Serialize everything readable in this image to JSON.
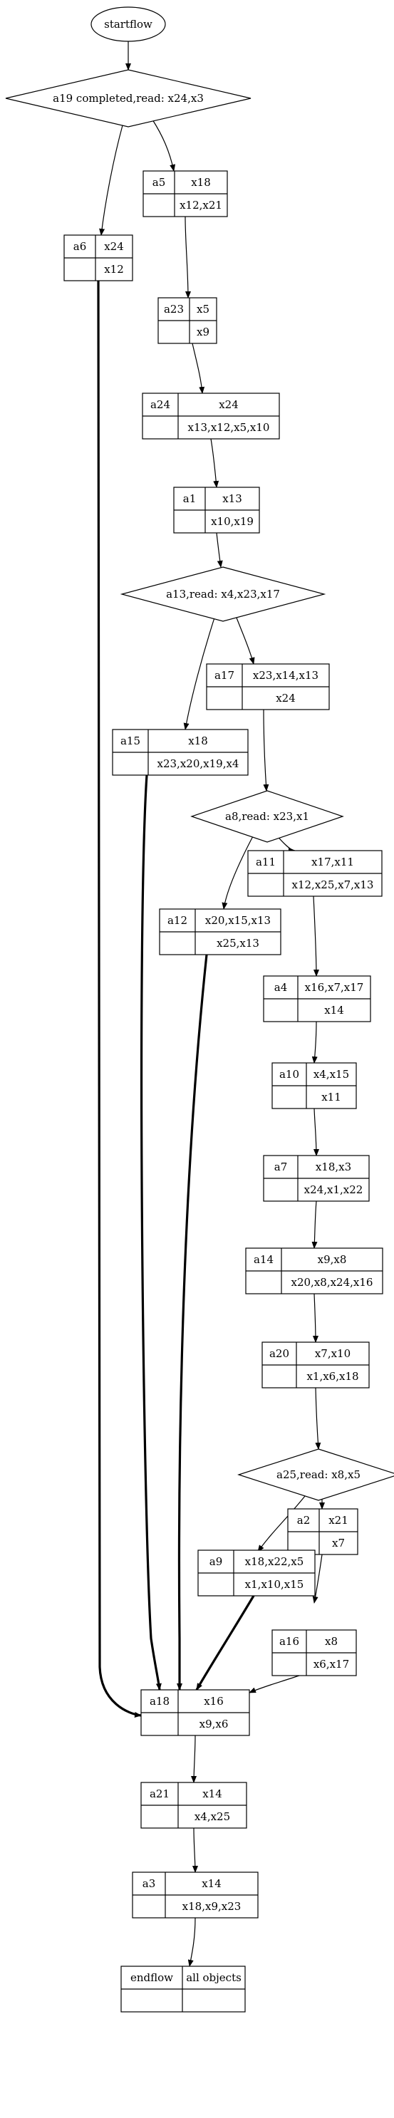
{
  "start": {
    "label": "startflow"
  },
  "decisions": [
    {
      "id": "d19",
      "label": "a19 completed,read: x24,x3"
    },
    {
      "id": "d13",
      "label": "a13,read: x4,x23,x17"
    },
    {
      "id": "d8",
      "label": "a8,read: x23,x1"
    },
    {
      "id": "d25",
      "label": "a25,read: x8,x5"
    }
  ],
  "activities": [
    {
      "id": "a5",
      "name": "a5",
      "top": "x18",
      "bottom": "x12,x21"
    },
    {
      "id": "a6",
      "name": "a6",
      "top": "x24",
      "bottom": "x12"
    },
    {
      "id": "a23",
      "name": "a23",
      "top": "x5",
      "bottom": "x9"
    },
    {
      "id": "a24",
      "name": "a24",
      "top": "x24",
      "bottom": "x13,x12,x5,x10"
    },
    {
      "id": "a1",
      "name": "a1",
      "top": "x13",
      "bottom": "x10,x19"
    },
    {
      "id": "a17",
      "name": "a17",
      "top": "x23,x14,x13",
      "bottom": "x24"
    },
    {
      "id": "a15",
      "name": "a15",
      "top": "x18",
      "bottom": "x23,x20,x19,x4"
    },
    {
      "id": "a11",
      "name": "a11",
      "top": "x17,x11",
      "bottom": "x12,x25,x7,x13"
    },
    {
      "id": "a12",
      "name": "a12",
      "top": "x20,x15,x13",
      "bottom": "x25,x13"
    },
    {
      "id": "a4",
      "name": "a4",
      "top": "x16,x7,x17",
      "bottom": "x14"
    },
    {
      "id": "a10",
      "name": "a10",
      "top": "x4,x15",
      "bottom": "x11"
    },
    {
      "id": "a7",
      "name": "a7",
      "top": "x18,x3",
      "bottom": "x24,x1,x22"
    },
    {
      "id": "a14",
      "name": "a14",
      "top": "x9,x8",
      "bottom": "x20,x8,x24,x16"
    },
    {
      "id": "a20",
      "name": "a20",
      "top": "x7,x10",
      "bottom": "x1,x6,x18"
    },
    {
      "id": "a2",
      "name": "a2",
      "top": "x21",
      "bottom": "x7"
    },
    {
      "id": "a9",
      "name": "a9",
      "top": "x18,x22,x5",
      "bottom": "x1,x10,x15"
    },
    {
      "id": "a16",
      "name": "a16",
      "top": "x8",
      "bottom": "x6,x17"
    },
    {
      "id": "a18",
      "name": "a18",
      "top": "x16",
      "bottom": "x9,x6"
    },
    {
      "id": "a21",
      "name": "a21",
      "top": "x14",
      "bottom": "x4,x25"
    },
    {
      "id": "a3",
      "name": "a3",
      "top": "x14",
      "bottom": "x18,x9,x23"
    }
  ],
  "end": {
    "left": "endflow",
    "right": "all objects"
  },
  "edges": [
    {
      "from": "start",
      "to": "d19",
      "bold": false
    },
    {
      "from": "d19",
      "to": "a5",
      "bold": false
    },
    {
      "from": "d19",
      "to": "a6",
      "bold": false
    },
    {
      "from": "a5",
      "to": "a23",
      "bold": false
    },
    {
      "from": "a23",
      "to": "a24",
      "bold": false
    },
    {
      "from": "a24",
      "to": "a1",
      "bold": false
    },
    {
      "from": "a1",
      "to": "d13",
      "bold": false
    },
    {
      "from": "d13",
      "to": "a17",
      "bold": false
    },
    {
      "from": "d13",
      "to": "a15",
      "bold": false
    },
    {
      "from": "a17",
      "to": "d8",
      "bold": false
    },
    {
      "from": "d8",
      "to": "a11",
      "bold": false
    },
    {
      "from": "d8",
      "to": "a12",
      "bold": false
    },
    {
      "from": "a11",
      "to": "a4",
      "bold": false
    },
    {
      "from": "a4",
      "to": "a10",
      "bold": false
    },
    {
      "from": "a10",
      "to": "a7",
      "bold": false
    },
    {
      "from": "a7",
      "to": "a14",
      "bold": false
    },
    {
      "from": "a14",
      "to": "a20",
      "bold": false
    },
    {
      "from": "a20",
      "to": "d25",
      "bold": false
    },
    {
      "from": "d25",
      "to": "a2",
      "bold": false
    },
    {
      "from": "d25",
      "to": "a9",
      "bold": false
    },
    {
      "from": "a2",
      "to": "a16",
      "bold": false
    },
    {
      "from": "a6",
      "to": "a18",
      "bold": true
    },
    {
      "from": "a15",
      "to": "a18",
      "bold": true
    },
    {
      "from": "a12",
      "to": "a18",
      "bold": true
    },
    {
      "from": "a9",
      "to": "a18",
      "bold": true
    },
    {
      "from": "a16",
      "to": "a18",
      "bold": false
    },
    {
      "from": "a18",
      "to": "a21",
      "bold": false
    },
    {
      "from": "a21",
      "to": "a3",
      "bold": false
    },
    {
      "from": "a3",
      "to": "end",
      "bold": false
    }
  ]
}
